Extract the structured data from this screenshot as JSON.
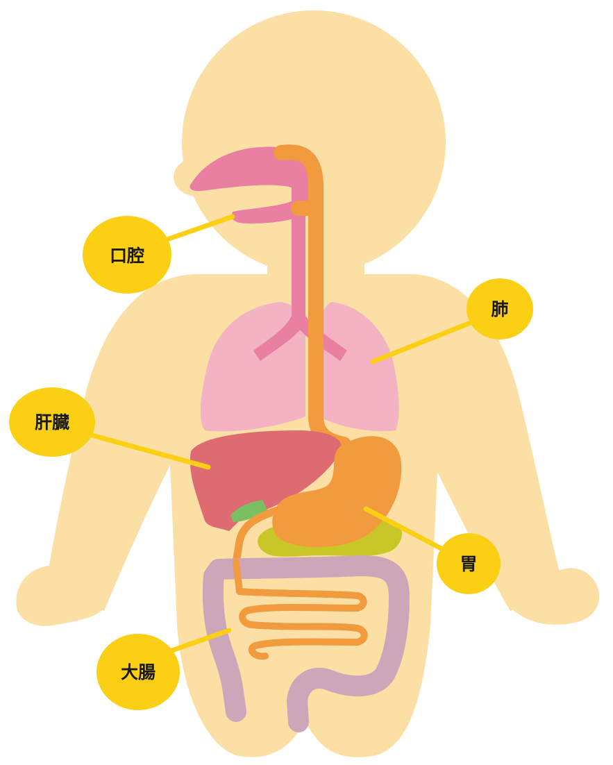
{
  "labels": {
    "mouth": "口腔",
    "lungs": "肺",
    "liver": "肝臓",
    "stomach": "胃",
    "large_intestine": "大腸"
  },
  "colors": {
    "skin": "#fbdfa4",
    "esophagus": "#f19a3e",
    "stomach": "#f19a3e",
    "small_intestine": "#f19a3e",
    "large_intestine": "#cda7b9",
    "liver": "#de6b71",
    "lungs": "#f3b3c2",
    "trachea_mouth": "#e980a2",
    "gallbladder": "#7bbf63",
    "pancreas": "#c9c628",
    "label_badge": "#fbcf14",
    "leader_line": "#fbcf14"
  }
}
